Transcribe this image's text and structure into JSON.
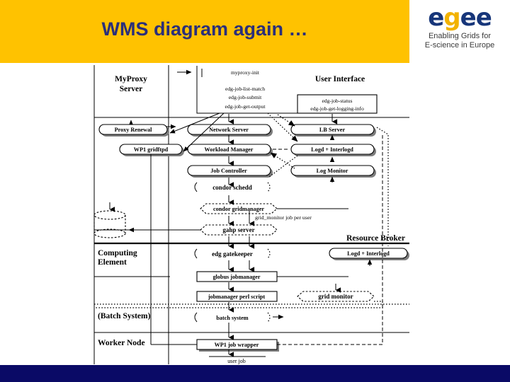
{
  "slide": {
    "title": "WMS diagram again …",
    "header_color": "#FFC200",
    "title_color": "#2B2F7A",
    "footer_color": "#0A0A66"
  },
  "logo": {
    "word_part1": "e",
    "word_gold": "g",
    "word_part2": "ee",
    "tagline_line1": "Enabling Grids for",
    "tagline_line2": "E-science in Europe",
    "blue": "#17367A",
    "gold": "#F2B200"
  },
  "diagram": {
    "zones": [
      {
        "id": "myproxy",
        "label": "MyProxy"
      },
      {
        "id": "myproxy2",
        "label": "Server"
      },
      {
        "id": "ui",
        "label": "User Interface"
      },
      {
        "id": "rb",
        "label": "Resource Broker"
      },
      {
        "id": "ce1",
        "label": "Computing"
      },
      {
        "id": "ce2",
        "label": "Element"
      },
      {
        "id": "batch",
        "label": "(Batch System)"
      },
      {
        "id": "wn",
        "label": "Worker Node"
      }
    ],
    "ui_commands_left": [
      "myproxy-init",
      "edg-job-list-match",
      "edg-job-submit",
      "edg-job-get-output"
    ],
    "ui_commands_right": [
      "edg-job-status",
      "edg-job-get-logging-info"
    ],
    "nodes": [
      {
        "id": "proxy-renewal",
        "label": "Proxy Renewal"
      },
      {
        "id": "network-server",
        "label": "Network Server"
      },
      {
        "id": "lb-server",
        "label": "LB Server"
      },
      {
        "id": "wp1-gridftpd",
        "label": "WP1 gridftpd"
      },
      {
        "id": "workload-manager",
        "label": "Workload Manager"
      },
      {
        "id": "logd-interlogd",
        "label": "Logd + Interlogd"
      },
      {
        "id": "job-controller",
        "label": "Job Controller"
      },
      {
        "id": "log-monitor",
        "label": "Log Monitor"
      },
      {
        "id": "condor-schedd",
        "label": "condor schedd"
      },
      {
        "id": "condor-gridmanager",
        "label": "condor gridmanager"
      },
      {
        "id": "gahp-server",
        "label": "gahp server"
      },
      {
        "id": "ce-logd-interlogd",
        "label": "Logd + Interlogd"
      },
      {
        "id": "edg-gatekeeper",
        "label": "edg gatekeeper"
      },
      {
        "id": "globus-jobmanager",
        "label": "globus jobmanager"
      },
      {
        "id": "jobmanager-perl",
        "label": "jobmanager perl script"
      },
      {
        "id": "grid-monitor",
        "label": "grid monitor"
      },
      {
        "id": "batch-system",
        "label": "batch system"
      },
      {
        "id": "wp1-job-wrapper",
        "label": "WP1 job wrapper"
      },
      {
        "id": "user-job",
        "label": "user job"
      }
    ],
    "annotations": [
      {
        "id": "grid-monitor-note",
        "text": "grid_monitor job per user"
      }
    ]
  }
}
